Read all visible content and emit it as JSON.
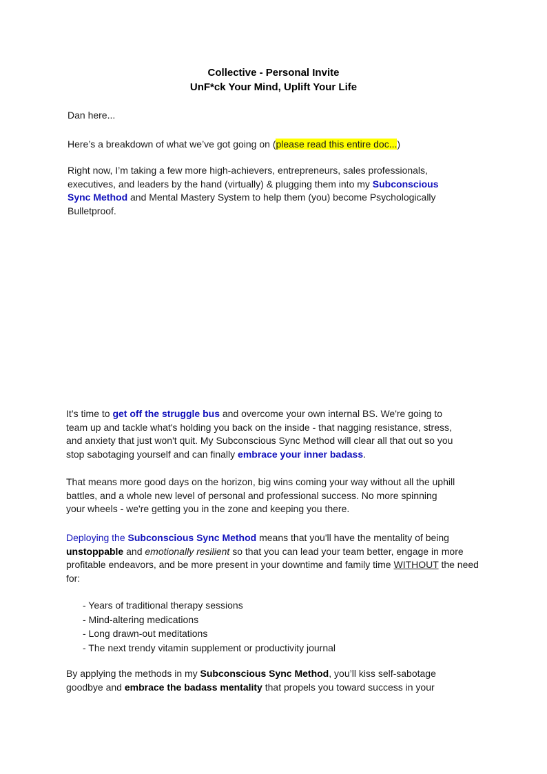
{
  "header": {
    "title_line1": "Collective - Personal Invite",
    "title_line2": "UnF*ck Your Mind, Uplift Your Life"
  },
  "intro": {
    "greeting": "Dan here...",
    "breakdown_pre": "Here’s a breakdown of what we’ve got going on (",
    "breakdown_highlight": "please read this entire doc...",
    "breakdown_post": ")"
  },
  "para1": {
    "text_a": "Right now, I’m taking a few more high-achievers, entrepreneurs, sales professionals, executives, and leaders by the hand (virtually) & plugging them into my ",
    "link": "Subconscious Sync Method",
    "text_b": " and Mental Mastery System to help them (you) become Psychologically Bulletproof."
  },
  "para2": {
    "text_a": "It’s time to ",
    "link1": "get off the struggle bus",
    "text_b": " and overcome your own internal BS. We're going to team up and tackle what's holding you back on the inside - that nagging resistance, stress, and anxiety that just won't quit. My Subconscious Sync Method will clear all that out so you stop sabotaging yourself and can finally ",
    "link2": "embrace your inner badass",
    "text_c": "."
  },
  "para3": {
    "text": "That means more good days on the horizon, big wins coming your way without all the uphill battles, and a whole new level of personal and professional success. No more spinning your wheels - we're getting you in the zone and keeping you there."
  },
  "para4": {
    "lead": "Deploying the ",
    "link": "Subconscious Sync Method",
    "text_a": " means that you'll have the mentality of being ",
    "bold": "unstoppable",
    "text_b": " and ",
    "italic": "emotionally resilient",
    "text_c": " so that you can lead your team better, engage in more profitable endeavors, and be more present in your downtime and family time ",
    "underline": "WITHOUT",
    "text_d": " the need for:"
  },
  "list": [
    "- Years of traditional therapy sessions",
    "- Mind-altering medications",
    "- Long drawn-out meditations",
    "- The next trendy vitamin supplement or productivity journal"
  ],
  "para5": {
    "text_a": "By applying the methods in my ",
    "bold1": "Subconscious Sync Method",
    "text_b": ", you’ll kiss self-sabotage goodbye and ",
    "bold2": "embrace the badass mentality",
    "text_c": " that propels you toward success in your"
  }
}
